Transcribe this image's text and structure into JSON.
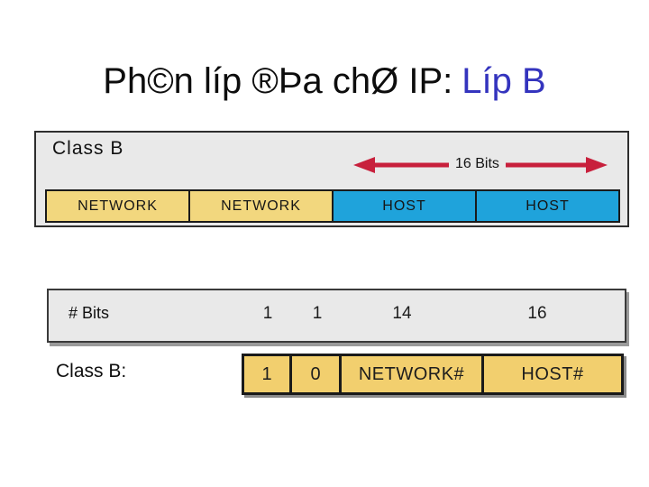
{
  "slide": {
    "title_black": "Ph©n líp ®Þa chØ IP:",
    "title_blue": "Líp B",
    "title_blue_color": "#3434be"
  },
  "figure1": {
    "class_label": "Class B",
    "arrow_label": "16 Bits",
    "arrow_color": "#c8203c",
    "cells": [
      {
        "label": "NETWORK",
        "color": "#f2d77e"
      },
      {
        "label": "NETWORK",
        "color": "#f2d77e"
      },
      {
        "label": "HOST",
        "color": "#1fa3db"
      },
      {
        "label": "HOST",
        "color": "#1fa3db"
      }
    ]
  },
  "figure2": {
    "bits_header": "# Bits",
    "bit_counts": [
      "1",
      "1",
      "14",
      "16"
    ],
    "row_label": "Class B:",
    "cell_color": "#f2cf6e",
    "cells": [
      "1",
      "0",
      "NETWORK#",
      "HOST#"
    ]
  }
}
